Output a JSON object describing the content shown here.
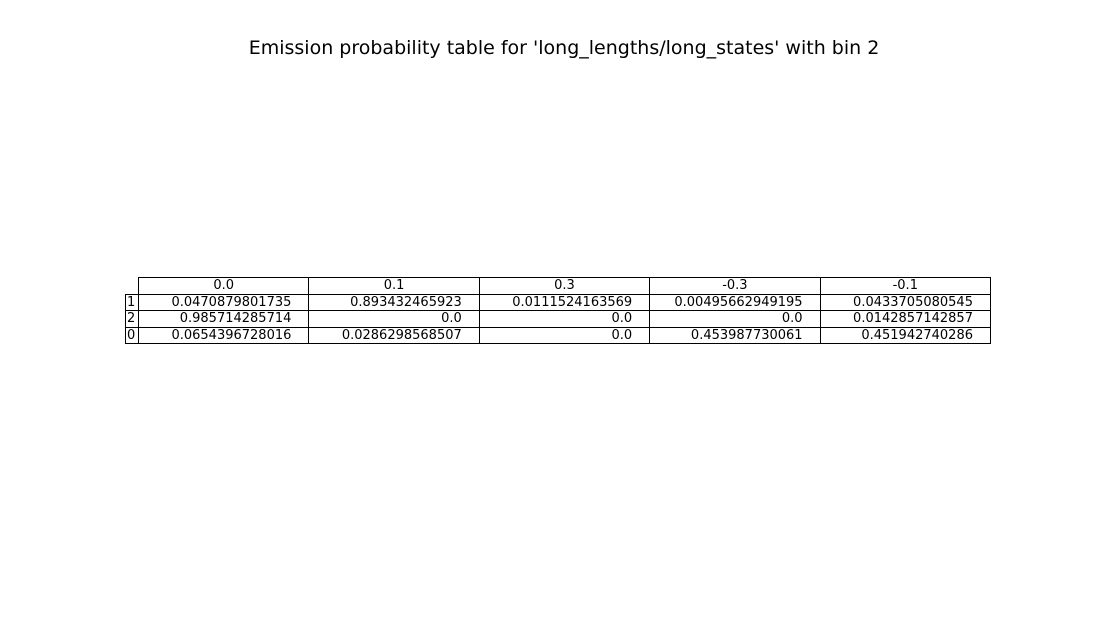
{
  "chart_data": {
    "type": "table",
    "title": "Emission probability table for 'long_lengths/long_states' with bin 2",
    "columns": [
      "0.0",
      "0.1",
      "0.3",
      "-0.3",
      "-0.1"
    ],
    "rows": [
      {
        "label": "1",
        "values": [
          "0.0470879801735",
          "0.893432465923",
          "0.0111524163569",
          "0.00495662949195",
          "0.0433705080545"
        ]
      },
      {
        "label": "2",
        "values": [
          "0.985714285714",
          "0.0",
          "0.0",
          "0.0",
          "0.0142857142857"
        ]
      },
      {
        "label": "0",
        "values": [
          "0.0654396728016",
          "0.0286298568507",
          "0.0",
          "0.453987730061",
          "0.451942740286"
        ]
      }
    ]
  }
}
